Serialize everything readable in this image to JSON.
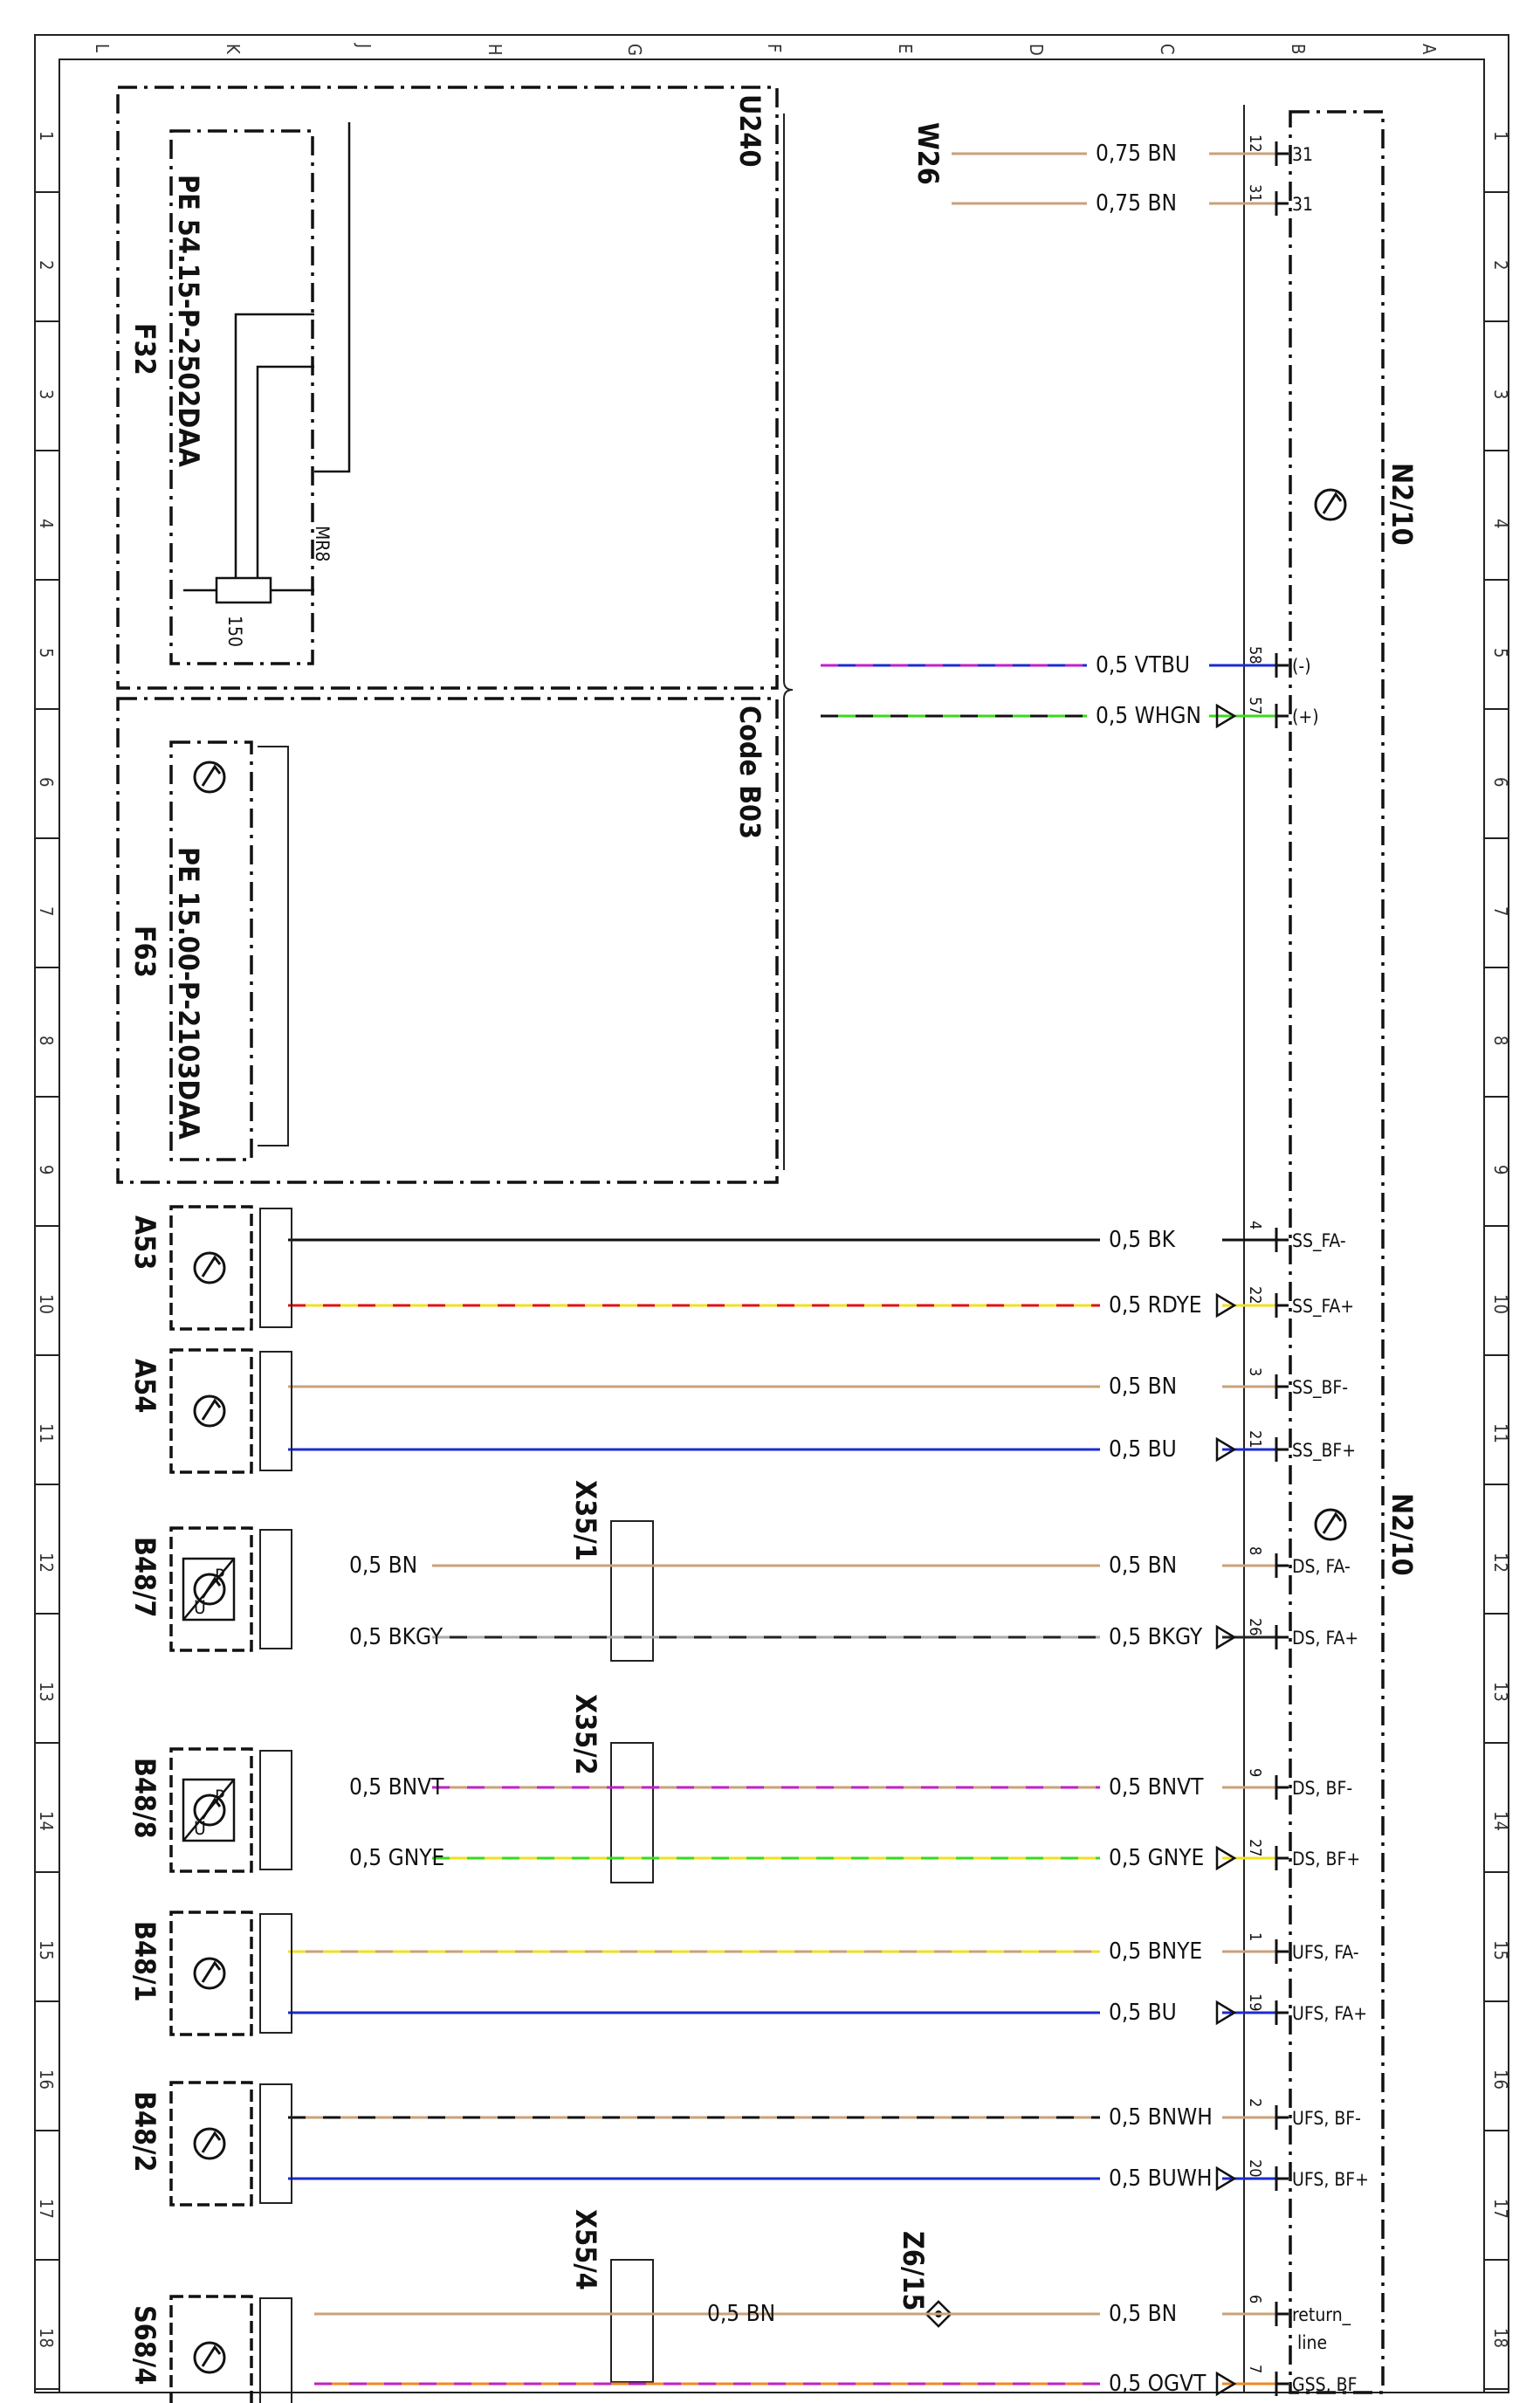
{
  "grid": {
    "cols": [
      "L",
      "K",
      "J",
      "H",
      "G",
      "F",
      "E",
      "D",
      "C",
      "B",
      "A"
    ],
    "rows": [
      "1",
      "2",
      "3",
      "4",
      "5",
      "6",
      "7",
      "8",
      "9",
      "10",
      "11",
      "12",
      "13",
      "14",
      "15",
      "16",
      "17",
      "18"
    ]
  },
  "modules": {
    "n2_top": "N2/10",
    "n2_bottom": "N2/10",
    "u240": "U240",
    "code": "Code B03",
    "w26": "W26",
    "mr8": "MR8",
    "r150": "150",
    "f32": "F32",
    "f32_pe": "PE 54.15-P-2502DAA",
    "f63": "F63",
    "f63_pe": "PE 15.00-P-2103DAA",
    "x35_1": "X35/1",
    "x35_2": "X35/2",
    "x55_4": "X55/4",
    "z6_15": "Z6/15"
  },
  "wires": [
    {
      "id": "w26a",
      "label": "0,75 BN",
      "pin": "12",
      "sig": "31",
      "c1": "#c8a27a",
      "c2": ""
    },
    {
      "id": "w26b",
      "label": "0,75 BN",
      "pin": "31",
      "sig": "31",
      "c1": "#c8a27a",
      "c2": ""
    },
    {
      "id": "vtbu",
      "label": "0,5  VTBU",
      "pin": "58",
      "sig": "(-)",
      "c1": "#1b2bd0",
      "c2": "#c21fc9"
    },
    {
      "id": "whgn",
      "label": "0,5  WHGN",
      "pin": "57",
      "sig": "(+)",
      "c1": "#3ad91f",
      "c2": "#111111"
    },
    {
      "id": "a53a",
      "label": "0,5  BK",
      "pin": "4",
      "sig": "SS_FA-",
      "c1": "#111111",
      "c2": ""
    },
    {
      "id": "a53b",
      "label": "0,5  RDYE",
      "pin": "22",
      "sig": "SS_FA+",
      "c1": "#f0e020",
      "c2": "#e01010"
    },
    {
      "id": "a54a",
      "label": "0,5  BN",
      "pin": "3",
      "sig": "SS_BF-",
      "c1": "#c8a27a",
      "c2": ""
    },
    {
      "id": "a54b",
      "label": "0,5  BU",
      "pin": "21",
      "sig": "SS_BF+",
      "c1": "#1b2bd0",
      "c2": ""
    },
    {
      "id": "b487a",
      "label": "0,5  BN",
      "pin": "8",
      "sig": "DS, FA-",
      "c1": "#c8a27a",
      "c2": ""
    },
    {
      "id": "b487b",
      "label": "0,5  BKGY",
      "pin": "26",
      "sig": "DS, FA+",
      "c1": "#222222",
      "c2": "#aaaaaa"
    },
    {
      "id": "b488a",
      "label": "0,5  BNVT",
      "pin": "9",
      "sig": "DS, BF-",
      "c1": "#c8a27a",
      "c2": "#c21fc9"
    },
    {
      "id": "b488b",
      "label": "0,5  GNYE",
      "pin": "27",
      "sig": "DS, BF+",
      "c1": "#f0e020",
      "c2": "#3ad91f"
    },
    {
      "id": "b481a",
      "label": "0,5  BNYE",
      "pin": "1",
      "sig": "UFS, FA-",
      "c1": "#c8a27a",
      "c2": "#f0e020"
    },
    {
      "id": "b481b",
      "label": "0,5  BU",
      "pin": "19",
      "sig": "UFS, FA+",
      "c1": "#1b2bd0",
      "c2": ""
    },
    {
      "id": "b482a",
      "label": "0,5  BNWH",
      "pin": "2",
      "sig": "UFS, BF-",
      "c1": "#c8a27a",
      "c2": "#111111"
    },
    {
      "id": "b482b",
      "label": "0,5  BUWH",
      "pin": "20",
      "sig": "UFS, BF+",
      "c1": "#1b2bd0",
      "c2": ""
    },
    {
      "id": "s684a",
      "label": "0,5  BN",
      "pin": "6",
      "sig": "return_",
      "c1": "#c8a27a",
      "c2": ""
    },
    {
      "id": "s684b",
      "label": "0,5  OGVT",
      "pin": "7",
      "sig": "GSS, BF",
      "c1": "#f08a20",
      "c2": "#c21fc9"
    }
  ],
  "sig_extra": "line",
  "sensors": [
    {
      "name": "A53"
    },
    {
      "name": "A54"
    },
    {
      "name": "B48/7",
      "pu": "P\nU"
    },
    {
      "name": "B48/8"
    },
    {
      "name": "B48/1"
    },
    {
      "name": "B48/2"
    },
    {
      "name": "S68/4"
    }
  ],
  "local_labels": {
    "b487_top": "0,5  BN",
    "b487_bot": "0,5  BKGY",
    "b488_top": "0,5  BNVT",
    "b488_bot": "0,5  GNYE",
    "s684_mid": "0,5  BN"
  },
  "pu": {
    "p": "P",
    "u": "U"
  }
}
